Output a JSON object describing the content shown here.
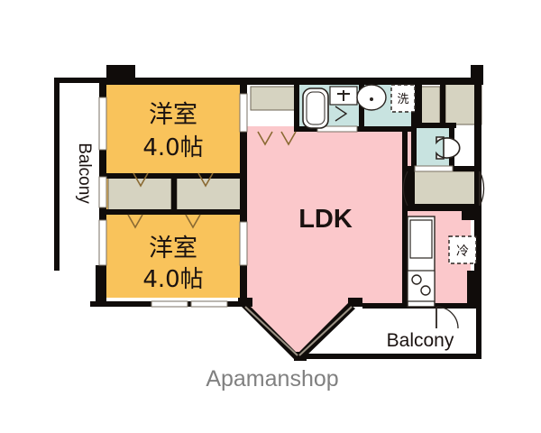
{
  "plan": {
    "watermark": "Apamanshop",
    "layout_type": "2K floor plan",
    "colors": {
      "wall": "#100c0a",
      "room_yellow": "#F9C35B",
      "ldk_pink": "#FBC8CB",
      "water_teal": "#C8E3E0",
      "closet_beige": "#D6D3C1",
      "background": "#FFFFFF",
      "thin_line": "#5a5248",
      "watermark_gray": "#6B6B6B"
    },
    "rooms": [
      {
        "id": "room-upper-western",
        "name": "洋室",
        "size": "4.0帖",
        "name_reading": "Western-style room",
        "color": "#F9C35B"
      },
      {
        "id": "room-lower-western",
        "name": "洋室",
        "size": "4.0帖",
        "name_reading": "Western-style room",
        "color": "#F9C35B"
      },
      {
        "id": "room-ldk",
        "name": "LDK",
        "size": "",
        "name_reading": "Living Dining Kitchen",
        "color": "#FBC8CB"
      }
    ],
    "labels": {
      "balcony_left": "Balcony",
      "balcony_bottom": "Balcony",
      "washer": "洗",
      "fridge": "冷",
      "ldk": "LDK",
      "room_name": "洋室",
      "room_size": "4.0帖"
    },
    "fixtures": [
      {
        "id": "bathtub",
        "name": "bathtub"
      },
      {
        "id": "shower-head",
        "name": "shower"
      },
      {
        "id": "washbasin",
        "name": "wash-basin"
      },
      {
        "id": "washer-space",
        "name": "washing-machine-space",
        "label": "洗"
      },
      {
        "id": "toilet",
        "name": "toilet"
      },
      {
        "id": "kitchen-sink",
        "name": "kitchen-sink"
      },
      {
        "id": "stove",
        "name": "gas-stove-two-burner"
      },
      {
        "id": "fridge-space",
        "name": "refrigerator-space",
        "label": "冷"
      },
      {
        "id": "entrance-door",
        "name": "entrance-door"
      }
    ],
    "closets": [
      {
        "id": "closet-upper-left",
        "name": "closet"
      },
      {
        "id": "closet-upper-right",
        "name": "closet"
      },
      {
        "id": "closet-entry",
        "name": "shoe-cupboard"
      },
      {
        "id": "closet-top-right",
        "name": "storage"
      }
    ]
  }
}
